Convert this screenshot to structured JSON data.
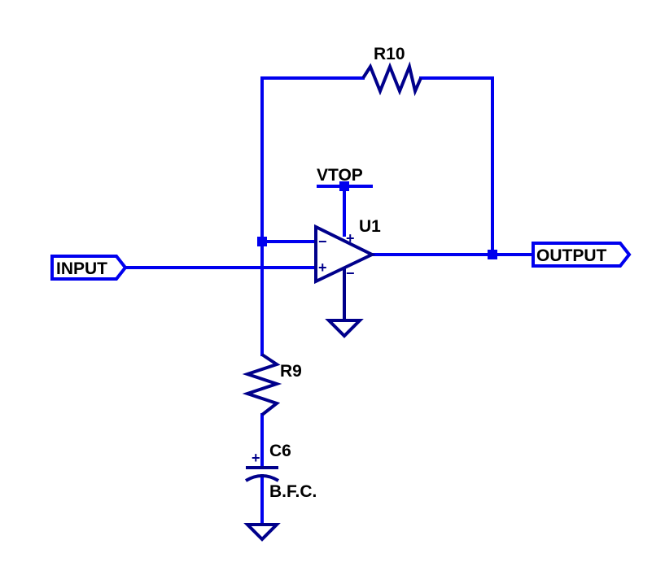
{
  "components": {
    "r10": {
      "ref": "R10"
    },
    "r9": {
      "ref": "R9"
    },
    "c6": {
      "ref": "C6",
      "value": "B.F.C.",
      "polarity_mark": "+"
    },
    "u1": {
      "ref": "U1",
      "pin_inverting": "−",
      "pin_noninverting": "+",
      "pin_vpos": "+",
      "pin_vneg": "−"
    }
  },
  "power": {
    "vtop": "VTOP"
  },
  "ports": {
    "input": "INPUT",
    "output": "OUTPUT"
  },
  "colors": {
    "wire": "#0000ee",
    "component": "#00008b",
    "label": "#000000",
    "background": "#ffffff"
  },
  "icons": {
    "ground": "ground-symbol-icon",
    "junction": "junction-dot-icon"
  }
}
